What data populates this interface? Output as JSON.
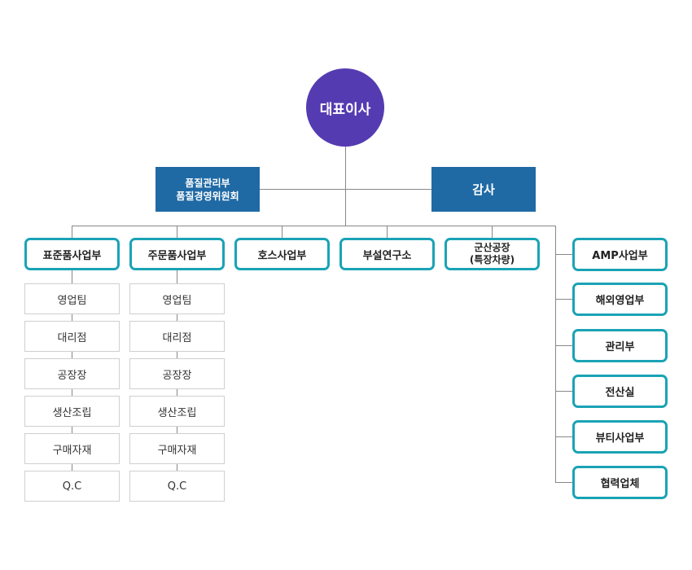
{
  "colors": {
    "ceo": "#553bb1",
    "staff": "#1f6aa5",
    "dept_border": "#1aa3b5",
    "team_border": "#cfcfcf",
    "line": "#888888"
  },
  "ceo": "대표이사",
  "staff": {
    "quality": [
      "품질관리부",
      "품질경영위원회"
    ],
    "audit": "감사"
  },
  "departments": [
    {
      "name": "표준품사업부",
      "teams": [
        "영업팀",
        "대리점",
        "공장장",
        "생산조립",
        "구매자재",
        "Q.C"
      ]
    },
    {
      "name": "주문품사업부",
      "teams": [
        "영업팀",
        "대리점",
        "공장장",
        "생산조립",
        "구매자재",
        "Q.C"
      ]
    },
    {
      "name": "호스사업부"
    },
    {
      "name": "부설연구소"
    },
    {
      "name_lines": [
        "군산공장",
        "(특장차량)"
      ]
    }
  ],
  "right_column": [
    "AMP사업부",
    "해외영업부",
    "관리부",
    "전산실",
    "뷰티사업부",
    "협력업체"
  ]
}
